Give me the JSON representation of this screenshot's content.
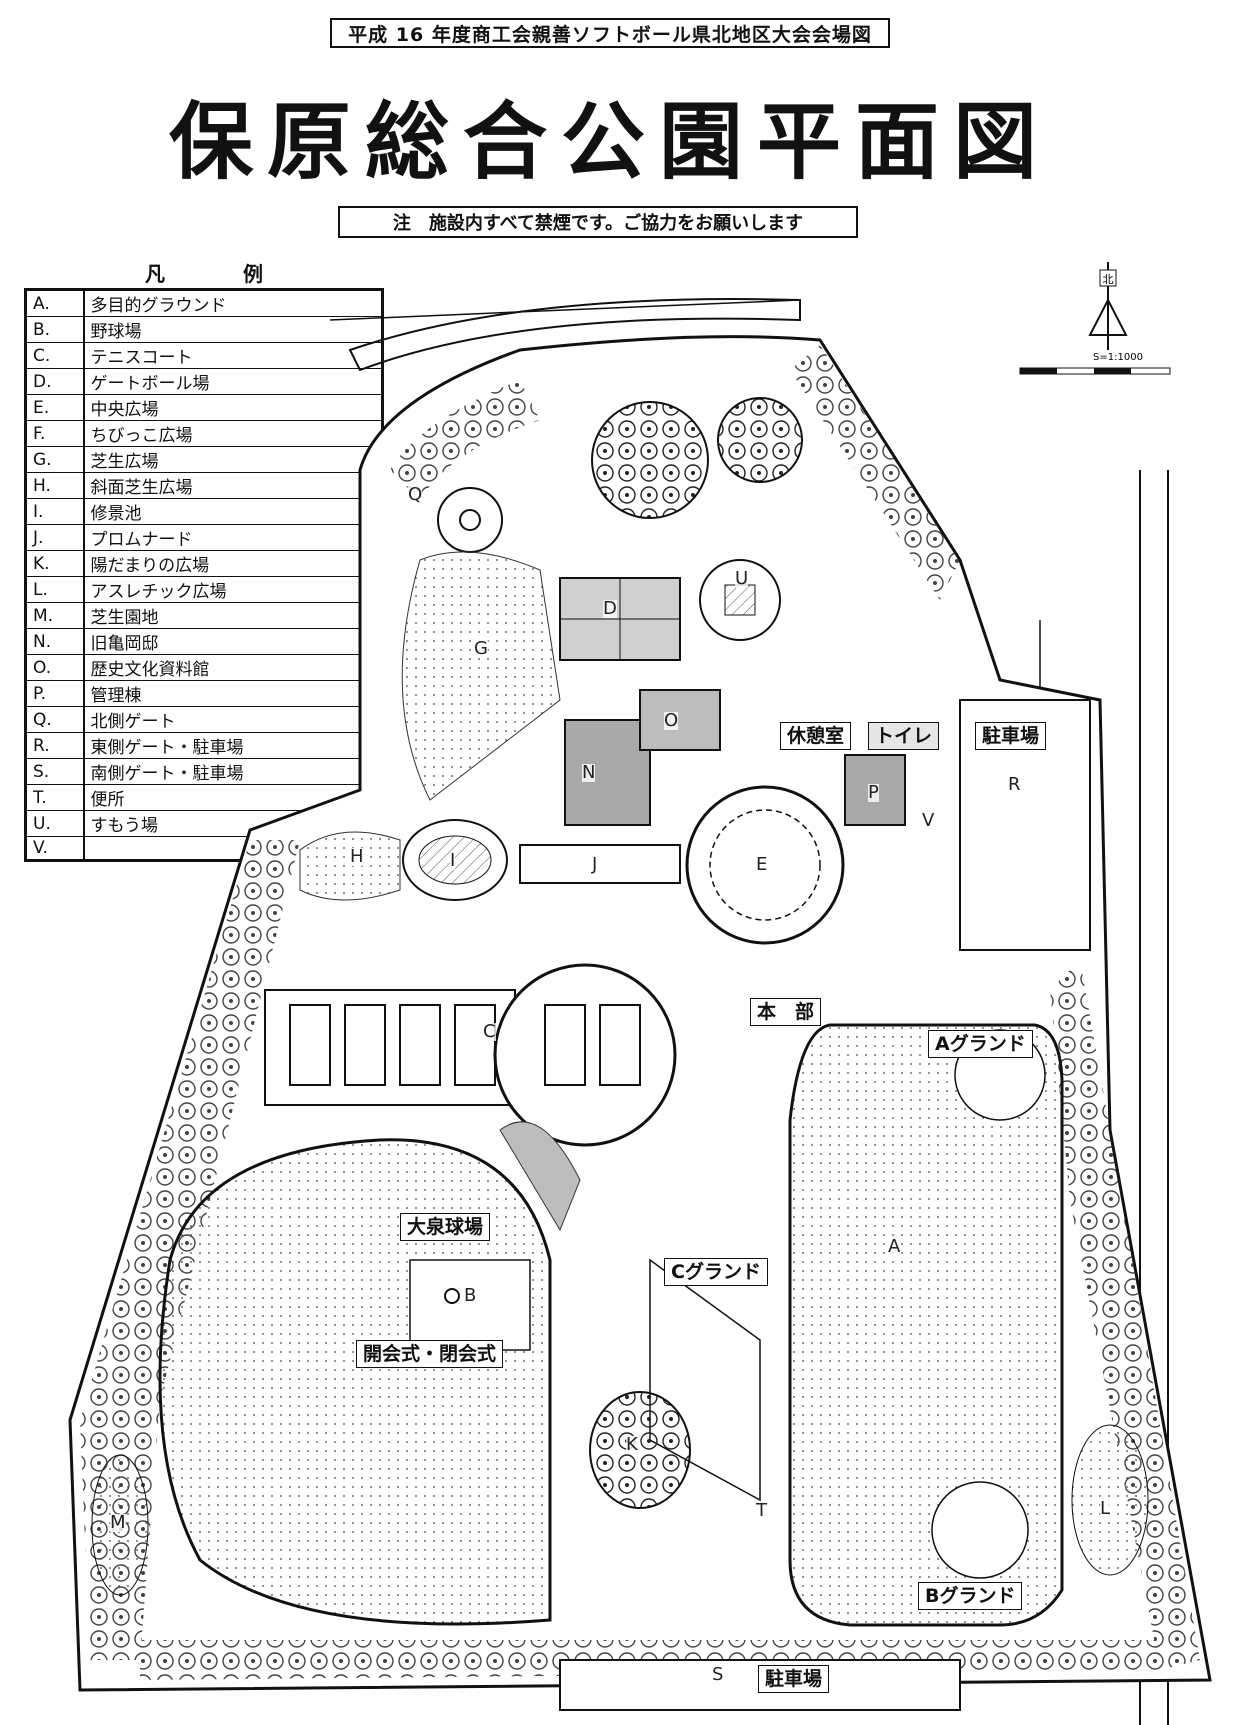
{
  "header": {
    "caption": "平成 16 年度商工会親善ソフトボール県北地区大会会場図",
    "title": "保原総合公園平面図",
    "notice": "注　施設内すべて禁煙です。ご協力をお願いします"
  },
  "legend": {
    "title_left": "凡",
    "title_right": "例",
    "items": [
      {
        "code": "A.",
        "label": "多目的グラウンド"
      },
      {
        "code": "B.",
        "label": "野球場"
      },
      {
        "code": "C.",
        "label": "テニスコート"
      },
      {
        "code": "D.",
        "label": "ゲートボール場"
      },
      {
        "code": "E.",
        "label": "中央広場"
      },
      {
        "code": "F.",
        "label": "ちびっこ広場"
      },
      {
        "code": "G.",
        "label": "芝生広場"
      },
      {
        "code": "H.",
        "label": "斜面芝生広場"
      },
      {
        "code": "I.",
        "label": "修景池"
      },
      {
        "code": "J.",
        "label": "プロムナード"
      },
      {
        "code": "K.",
        "label": "陽だまりの広場"
      },
      {
        "code": "L.",
        "label": "アスレチック広場"
      },
      {
        "code": "M.",
        "label": "芝生園地"
      },
      {
        "code": "N.",
        "label": "旧亀岡邸"
      },
      {
        "code": "O.",
        "label": "歴史文化資料館"
      },
      {
        "code": "P.",
        "label": "管理棟"
      },
      {
        "code": "Q.",
        "label": "北側ゲート"
      },
      {
        "code": "R.",
        "label": "東側ゲート・駐車場"
      },
      {
        "code": "S.",
        "label": "南側ゲート・駐車場"
      },
      {
        "code": "T.",
        "label": "便所"
      },
      {
        "code": "U.",
        "label": "すもう場"
      },
      {
        "code": "V.",
        "label": ""
      }
    ]
  },
  "compass": {
    "north": "北",
    "scale": "S=1:1000"
  },
  "map_labels": {
    "rest_room": "休憩室",
    "toilet": "トイレ",
    "parking_east": "駐車場",
    "headquarters": "本　部",
    "a_ground": "Aグランド",
    "oizumi": "大泉球場",
    "c_ground": "Cグランド",
    "ceremony": "開会式・閉会式",
    "b_ground": "Bグランド",
    "parking_south": "駐車場"
  },
  "map_letters": {
    "q": "Q",
    "u": "U",
    "d": "D",
    "g": "G",
    "o": "O",
    "n": "N",
    "p": "P",
    "r": "R",
    "v": "V",
    "h": "H",
    "i": "I",
    "j": "J",
    "e": "E",
    "c": "C",
    "a": "A",
    "b": "B",
    "m": "M",
    "l": "L",
    "s": "S",
    "t": "T",
    "k": "K"
  },
  "colors": {
    "ink": "#111111",
    "paper": "#ffffff",
    "shade": "#bdbdbd",
    "building": "#a9a9a9"
  }
}
